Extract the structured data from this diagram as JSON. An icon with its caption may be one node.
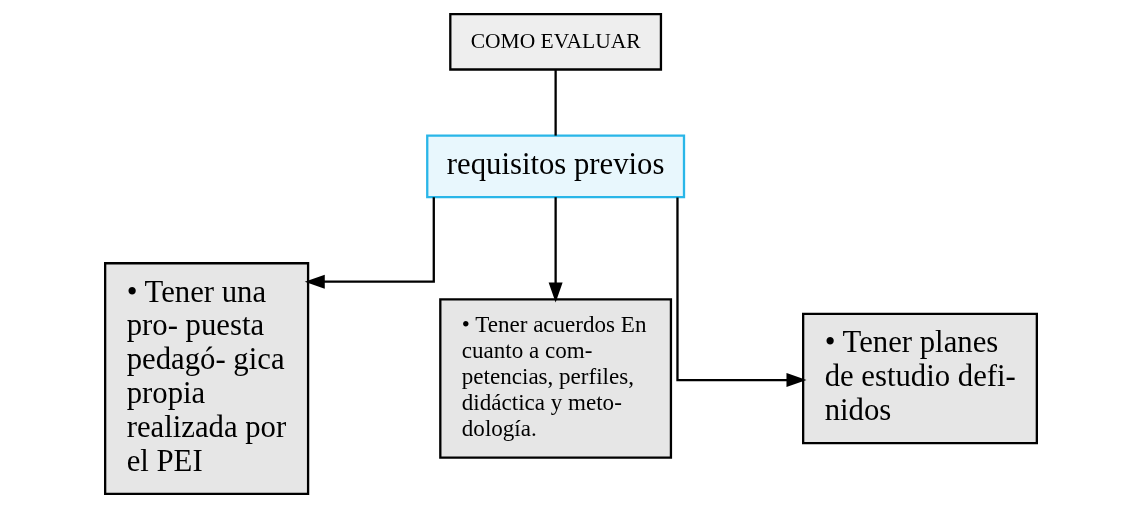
{
  "diagram": {
    "nodes": [
      {
        "text": [
          "COMO EVALUAR"
        ]
      },
      {
        "text": [
          "requisitos previos"
        ]
      },
      {
        "text": [
          "• Tener una pro- puesta pedagó- gica propia realizada por el PEI"
        ]
      },
      {
        "text": [
          "• Tener acuerdos En cuanto a com- petencias, perfiles, didáctica y meto- dología."
        ]
      },
      {
        "text": [
          "• Tener planes de estudio defi- nidos"
        ]
      }
    ],
    "edges": [
      {
        "from": 0,
        "to": 1,
        "arrow": "none"
      },
      {
        "from": 1,
        "to": 2,
        "arrow": "to"
      },
      {
        "from": 1,
        "to": 3,
        "arrow": "to"
      },
      {
        "from": 1,
        "to": 4,
        "arrow": "to"
      }
    ]
  }
}
